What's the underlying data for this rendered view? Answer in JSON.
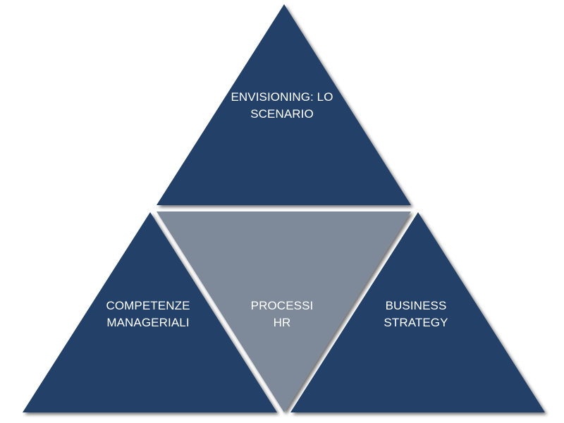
{
  "colors": {
    "outer_fill": "#223f68",
    "center_fill": "#7e8a9a",
    "text": "#ffffff"
  },
  "triangles": {
    "top": {
      "lines": [
        "ENVISIONING: LO",
        "SCENARIO"
      ]
    },
    "left": {
      "lines": [
        "COMPETENZE",
        "MANAGERIALI"
      ]
    },
    "center": {
      "lines": [
        "PROCESSI",
        "HR"
      ]
    },
    "right": {
      "lines": [
        "BUSINESS",
        "STRATEGY"
      ]
    }
  }
}
